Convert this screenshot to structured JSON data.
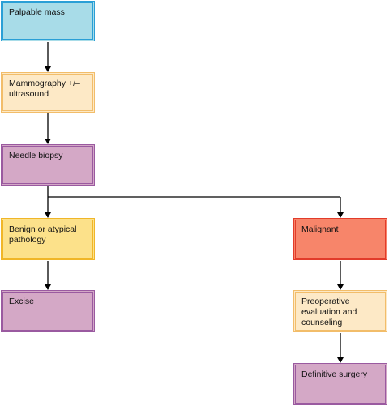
{
  "nodes": {
    "palpable_mass": "Palpable mass",
    "mammography": "Mammography +/– ultrasound",
    "needle_biopsy": "Needle biopsy",
    "benign": "Benign or atypical pathology",
    "excise": "Excise",
    "malignant": "Malignant",
    "preoperative": "Preoperative evaluation and counseling",
    "definitive_surgery": "Definitive surgery"
  },
  "colors": {
    "palpable_fill": "#a8dce8",
    "palpable_border": "#2a9fd6",
    "mammo_fill": "#fde9c6",
    "mammo_border": "#f2bd6a",
    "biopsy_fill": "#d4a8c6",
    "biopsy_border": "#9a5aa0",
    "benign_fill": "#fce18a",
    "benign_border": "#f0b628",
    "malignant_fill": "#f7856a",
    "malignant_border": "#e23b2a",
    "line": "#000000"
  }
}
